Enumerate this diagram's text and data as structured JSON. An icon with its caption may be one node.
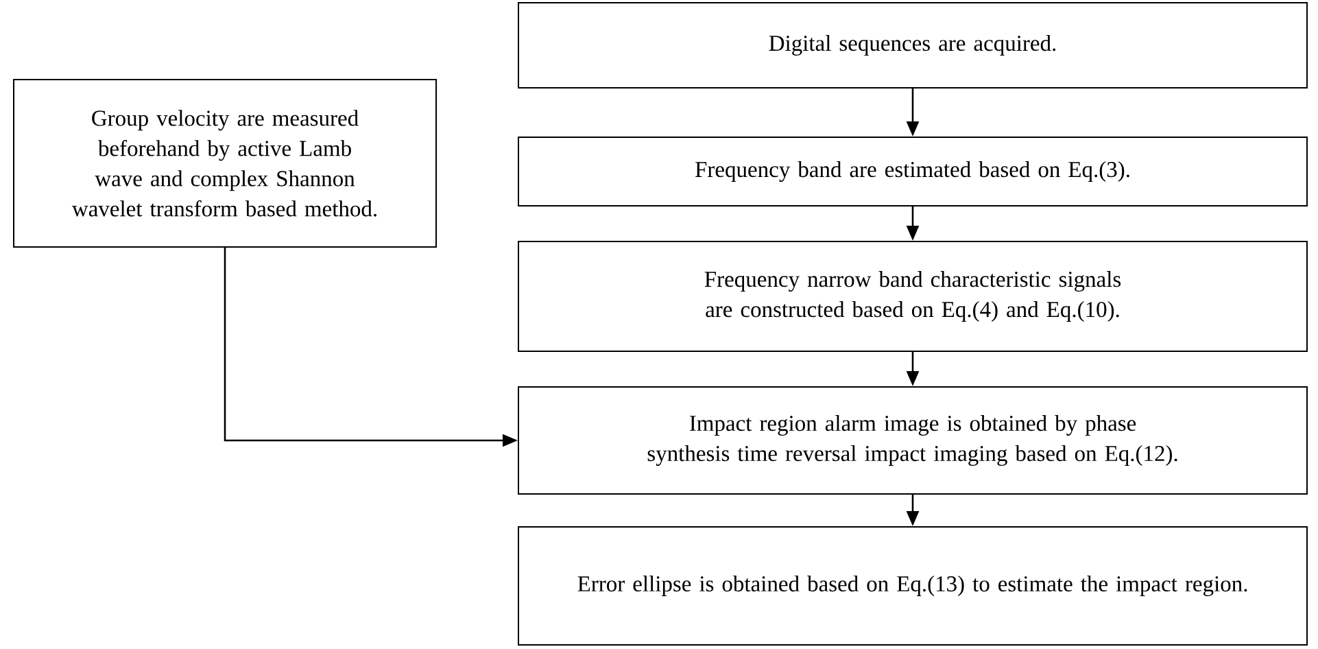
{
  "diagram": {
    "nodes": [
      {
        "text": [
          "Group velocity are measured beforehand by active Lamb wave and complex Shannon wavelet transform based method."
        ]
      },
      {
        "text": [
          "Digital sequences are acquired."
        ]
      },
      {
        "text": [
          "Frequency band are estimated based on Eq.(3)."
        ]
      },
      {
        "text": [
          "Frequency narrow band characteristic signals are constructed based on Eq.(4) and Eq.(10)."
        ]
      },
      {
        "text": [
          "Impact region alarm image is obtained by phase synthesis time reversal impact imaging based on Eq.(12)."
        ]
      },
      {
        "text": [
          "Error ellipse is obtained based on Eq.(13) to estimate the impact region."
        ]
      }
    ],
    "edges": [
      {
        "from": 1,
        "to": 2,
        "arrow": "to"
      },
      {
        "from": 2,
        "to": 3,
        "arrow": "to"
      },
      {
        "from": 3,
        "to": 4,
        "arrow": "to"
      },
      {
        "from": 4,
        "to": 5,
        "arrow": "to"
      },
      {
        "from": 0,
        "to": 4,
        "arrow": "to"
      }
    ]
  }
}
